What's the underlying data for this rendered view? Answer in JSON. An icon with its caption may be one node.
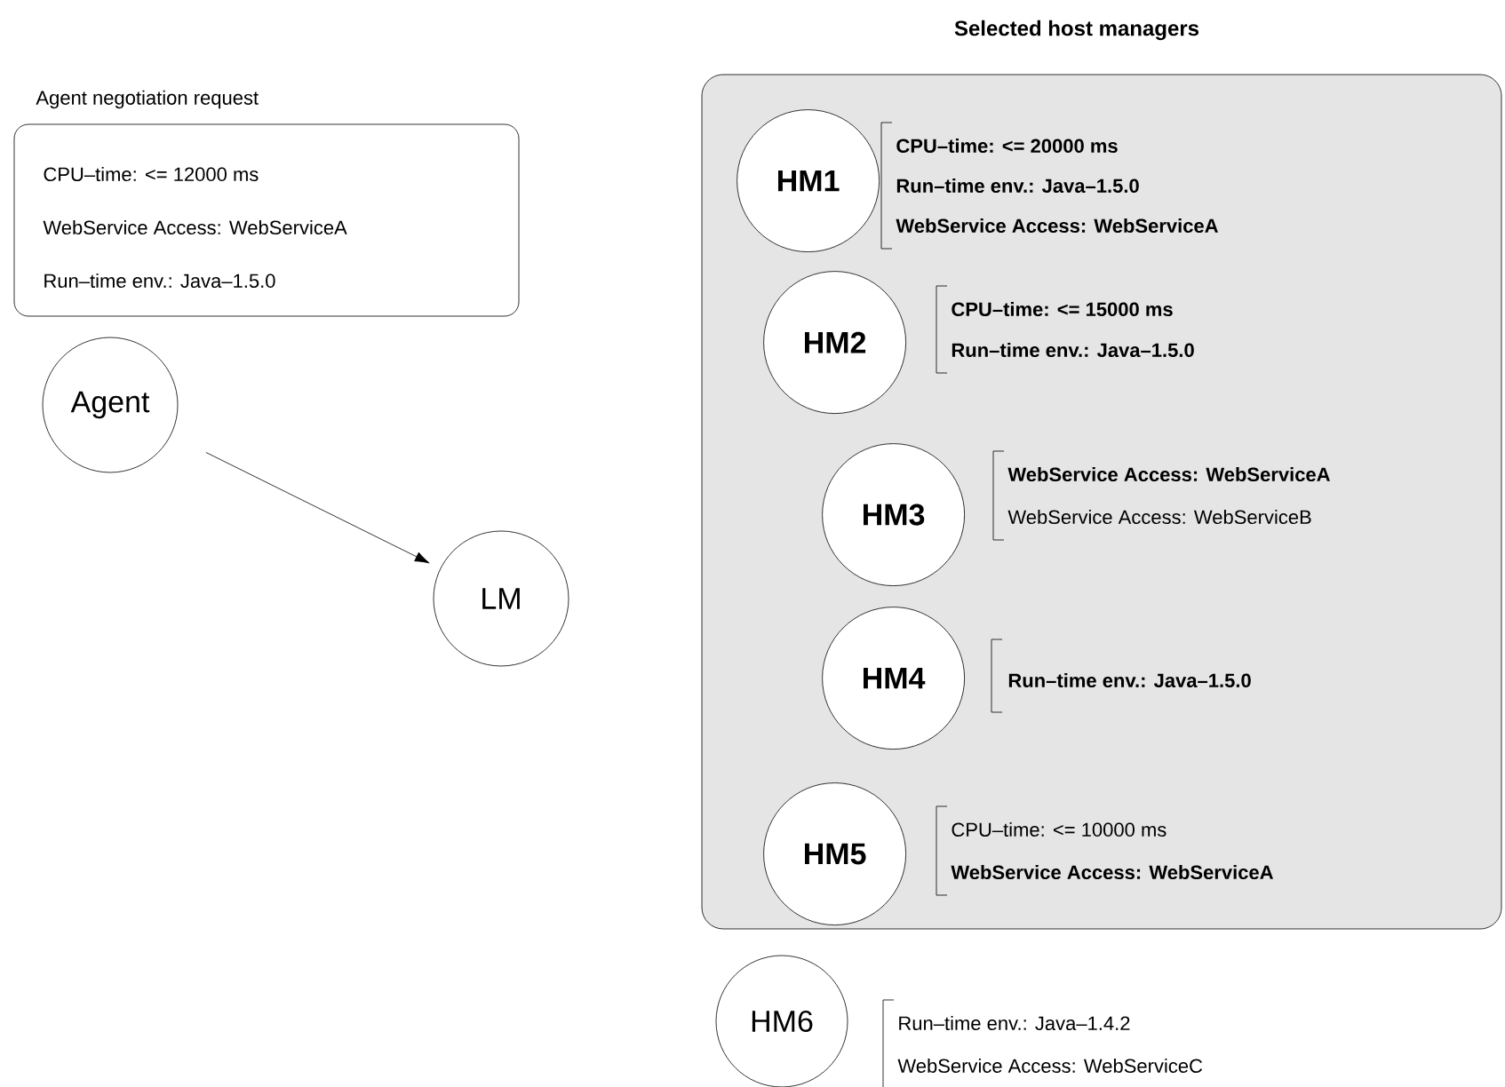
{
  "diagram": {
    "title": "Selected host managers",
    "nodes": [
      {
        "text": [
          "Agent negotiation request",
          "CPU–time: <= 12000 ms",
          "WebService Access: WebServiceA",
          "Run–time env.: Java–1.5.0"
        ]
      },
      {
        "text": [
          "Agent"
        ]
      },
      {
        "text": [
          "LM"
        ]
      },
      {
        "text": [],
        "shape": "box"
      },
      {
        "text": [
          "HM1"
        ],
        "in": 3,
        "beside": [
          "CPU–time: <= 20000 ms",
          "Run–time env.: Java–1.5.0",
          "WebService Access: WebServiceA"
        ]
      },
      {
        "text": [
          "HM2"
        ],
        "in": 3,
        "beside": [
          "CPU–time: <= 15000 ms",
          "Run–time env.: Java–1.5.0"
        ]
      },
      {
        "text": [
          "HM3"
        ],
        "in": 3,
        "beside": [
          "WebService Access: WebServiceA",
          "WebService Access: WebServiceB"
        ]
      },
      {
        "text": [
          "HM4"
        ],
        "in": 3,
        "beside": [
          "Run–time env.: Java–1.5.0"
        ]
      },
      {
        "text": [
          "HM5"
        ],
        "in": 3,
        "beside": [
          "CPU–time: <= 10000 ms",
          "WebService Access: WebServiceA"
        ]
      },
      {
        "text": [
          "HM6"
        ],
        "beside": [
          "Run–time env.: Java–1.4.2",
          "WebService Access: WebServiceC"
        ]
      }
    ],
    "edges": [
      {
        "from": 1,
        "to": 2,
        "arrow": "to"
      }
    ]
  }
}
